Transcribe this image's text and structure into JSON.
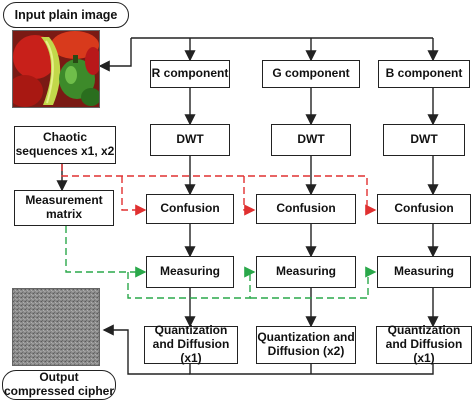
{
  "input_label": "Input plain image",
  "output_label": "Output compressed cipher",
  "chaotic_label": "Chaotic sequences x1, x2",
  "measurement_label": "Measurement matrix",
  "components": [
    {
      "name": "R component",
      "dwt": "DWT",
      "confusion": "Confusion",
      "measuring": "Measuring",
      "quant": "Quantization and Diffusion (x1)"
    },
    {
      "name": "G component",
      "dwt": "DWT",
      "confusion": "Confusion",
      "measuring": "Measuring",
      "quant": "Quantization and Diffusion (x2)"
    },
    {
      "name": "B component",
      "dwt": "DWT",
      "confusion": "Confusion",
      "measuring": "Measuring",
      "quant": "Quantization and Diffusion (x1)"
    }
  ],
  "colors": {
    "red_dash": "#e03030",
    "green_dash": "#2aa84a",
    "line": "#222222"
  },
  "icons": {
    "input_image": "peppers-photo",
    "output_image": "noise-image"
  }
}
